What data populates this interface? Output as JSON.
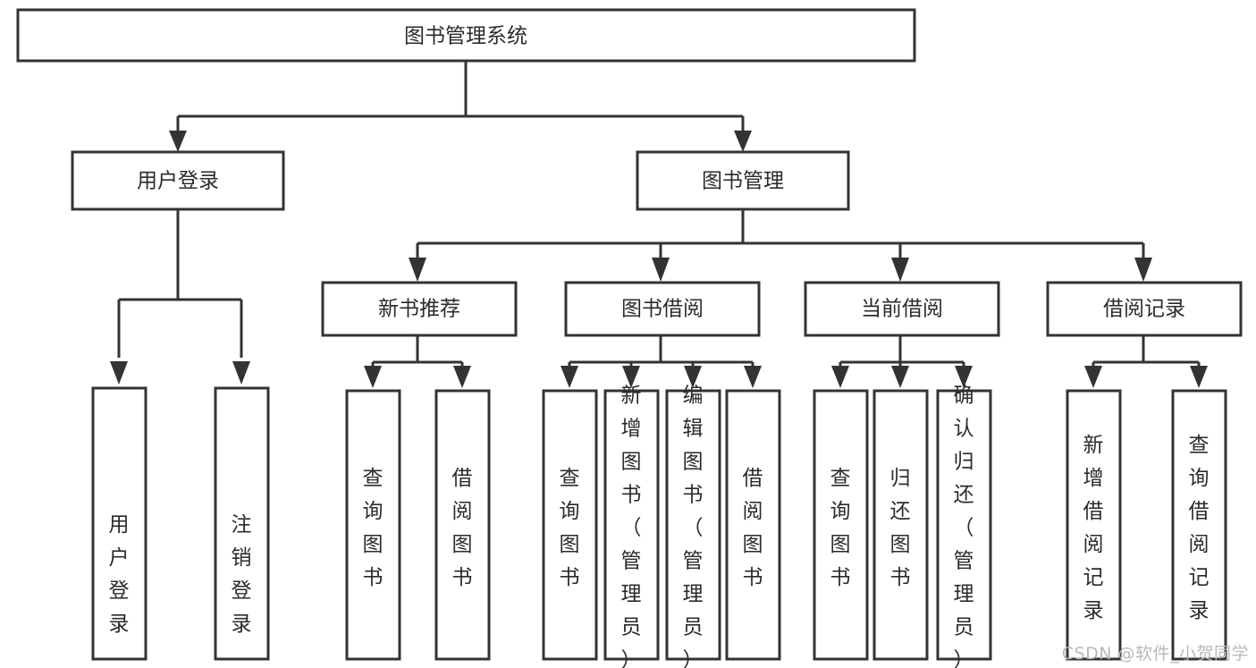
{
  "diagram": {
    "title": "图书管理系统",
    "type": "tree-hierarchy-chart",
    "root": {
      "id": "root",
      "label": "图书管理系统"
    },
    "level2": [
      {
        "id": "user-login",
        "label": "用户登录"
      },
      {
        "id": "book-manage",
        "label": "图书管理"
      }
    ],
    "level3": [
      {
        "id": "new-book-recommend",
        "label": "新书推荐",
        "parent": "book-manage"
      },
      {
        "id": "book-borrow",
        "label": "图书借阅",
        "parent": "book-manage"
      },
      {
        "id": "current-borrow",
        "label": "当前借阅",
        "parent": "book-manage"
      },
      {
        "id": "borrow-record",
        "label": "借阅记录",
        "parent": "book-manage"
      }
    ],
    "leaves": [
      {
        "id": "leaf-user-login",
        "label": "用户登录",
        "parent": "user-login"
      },
      {
        "id": "leaf-user-logout",
        "label": "注销登录",
        "parent": "user-login"
      },
      {
        "id": "leaf-query-book-1",
        "label": "查询图书",
        "parent": "new-book-recommend"
      },
      {
        "id": "leaf-borrow-book-1",
        "label": "借阅图书",
        "parent": "new-book-recommend"
      },
      {
        "id": "leaf-query-book-2",
        "label": "查询图书",
        "parent": "book-borrow"
      },
      {
        "id": "leaf-add-book",
        "label": "新增图书（管理员）",
        "parent": "book-borrow"
      },
      {
        "id": "leaf-edit-book",
        "label": "编辑图书（管理员）",
        "parent": "book-borrow"
      },
      {
        "id": "leaf-borrow-book-2",
        "label": "借阅图书",
        "parent": "book-borrow"
      },
      {
        "id": "leaf-query-book-3",
        "label": "查询图书",
        "parent": "current-borrow"
      },
      {
        "id": "leaf-return-book",
        "label": "归还图书",
        "parent": "current-borrow"
      },
      {
        "id": "leaf-confirm-return",
        "label": "确认归还（管理员）",
        "parent": "current-borrow"
      },
      {
        "id": "leaf-add-record",
        "label": "新增借阅记录",
        "parent": "borrow-record"
      },
      {
        "id": "leaf-query-record",
        "label": "查询借阅记录",
        "parent": "borrow-record"
      }
    ],
    "colors": {
      "stroke": "#333333",
      "fill": "#ffffff",
      "text": "#2b2b2b",
      "watermark": "#b9b9b9"
    }
  },
  "watermark": {
    "label": "CSDN @软件_小贺同学"
  }
}
